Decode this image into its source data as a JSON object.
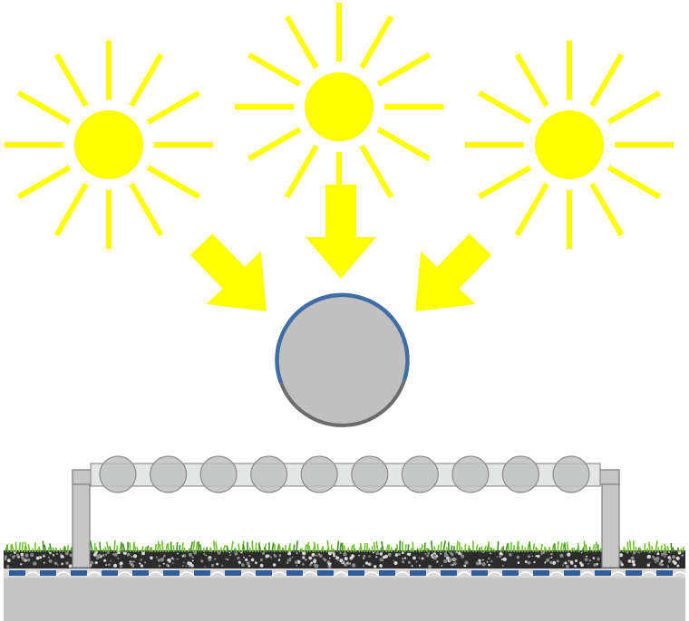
{
  "colors": {
    "sun": "#ffff00",
    "arrow": "#ffff00",
    "tube_fill": "#c0c0c0",
    "tube_coating": "#3f6ea6",
    "tube_shadow": "#6c6c6c",
    "frame_fill": "#c6c6c6",
    "frame_stroke": "#7f7f7f",
    "glass_fill": "#e4e6e6",
    "grass": "#6fbf2a",
    "gravel": "#2c2c2c",
    "drainage": "#2f5d9c",
    "slab": "#c5c5c5"
  },
  "diagram": {
    "suns": [
      {
        "name": "sun-left"
      },
      {
        "name": "sun-center"
      },
      {
        "name": "sun-right"
      }
    ],
    "sun_ray_count": 12,
    "arrows": [
      {
        "name": "arrow-left-diagonal",
        "direction": "down-right"
      },
      {
        "name": "arrow-center-vertical",
        "direction": "down"
      },
      {
        "name": "arrow-right-diagonal",
        "direction": "down-left"
      }
    ],
    "tube_detail": {
      "name": "absorber-tube-cross-section",
      "coating": "selective-coating-blue"
    },
    "collector": {
      "tube_count": 10,
      "support_posts": 2
    },
    "roof_layers": [
      "vegetation",
      "gravel-substrate",
      "drainage-layer",
      "concrete-slab"
    ]
  }
}
